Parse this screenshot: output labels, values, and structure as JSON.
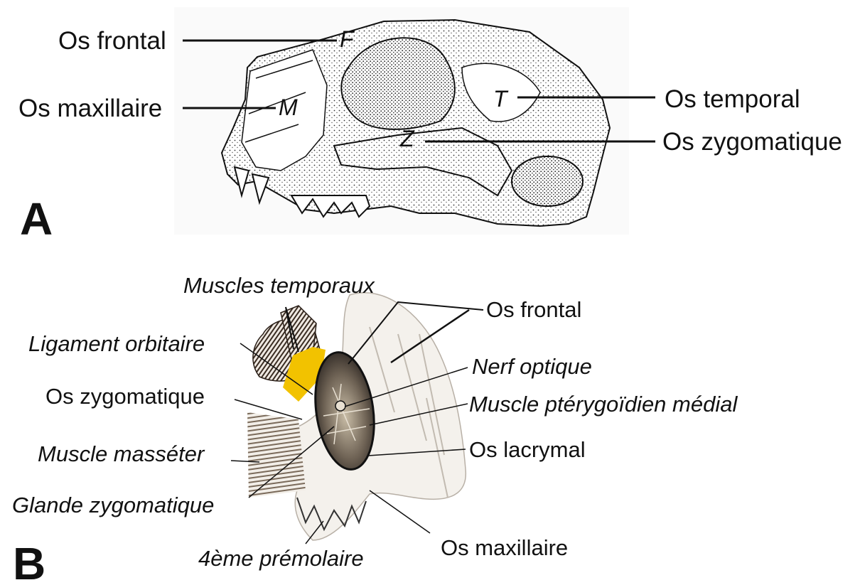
{
  "panel_a": {
    "panel_letter": "A",
    "skull_letters": {
      "frontal": "F",
      "maxillary": "M",
      "temporal": "T",
      "zygomatic": "Z"
    },
    "labels": {
      "frontal": "Os frontal",
      "maxillary": "Os maxillaire",
      "temporal": "Os temporal",
      "zygomatic": "Os zygomatique"
    }
  },
  "panel_b": {
    "panel_letter": "B",
    "labels": {
      "temporal_muscles": "Muscles temporaux",
      "orbital_ligament": "Ligament orbitaire",
      "zygomatic_bone": "Os zygomatique",
      "masseter": "Muscle masséter",
      "zygomatic_gland": "Glande zygomatique",
      "premolar": "4ème prémolaire",
      "frontal_bone": "Os frontal",
      "optic_nerve": "Nerf optique",
      "medial_pterygoid": "Muscle ptérygoïdien médial",
      "lacrimal_bone": "Os lacrymal",
      "maxillary_bone": "Os maxillaire"
    }
  },
  "colors": {
    "orbital_ligament_highlight": "#f2c200",
    "ink": "#111111",
    "bone_shade": "#d6d2cb"
  }
}
